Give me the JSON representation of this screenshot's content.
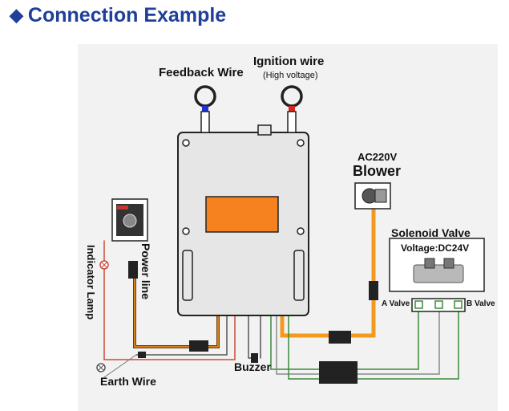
{
  "heading": {
    "bullet": "◆",
    "title": "Connection Example"
  },
  "labels": {
    "feedback_wire": "Feedback Wire",
    "ignition_wire": "Ignition wire",
    "high_voltage": "(High voltage)",
    "blower_power": "AC220V",
    "blower": "Blower",
    "solenoid_valve": "Solenoid Valve",
    "voltage": "Voltage:DC24V",
    "a_valve": "A Valve",
    "b_valve": "B Valve",
    "power_line": "Power line",
    "indicator_lamp": "Indicator Lamp",
    "earth_wire": "Earth Wire",
    "buzzer": "Buzzer"
  },
  "colors": {
    "heading": "#1f3f9a",
    "display": "#f5821f",
    "orange_wire": "#f39a1e",
    "brown_wire": "#6b3b12",
    "feedback_tip": "#2233cc",
    "ignition_tip": "#dd2222"
  }
}
